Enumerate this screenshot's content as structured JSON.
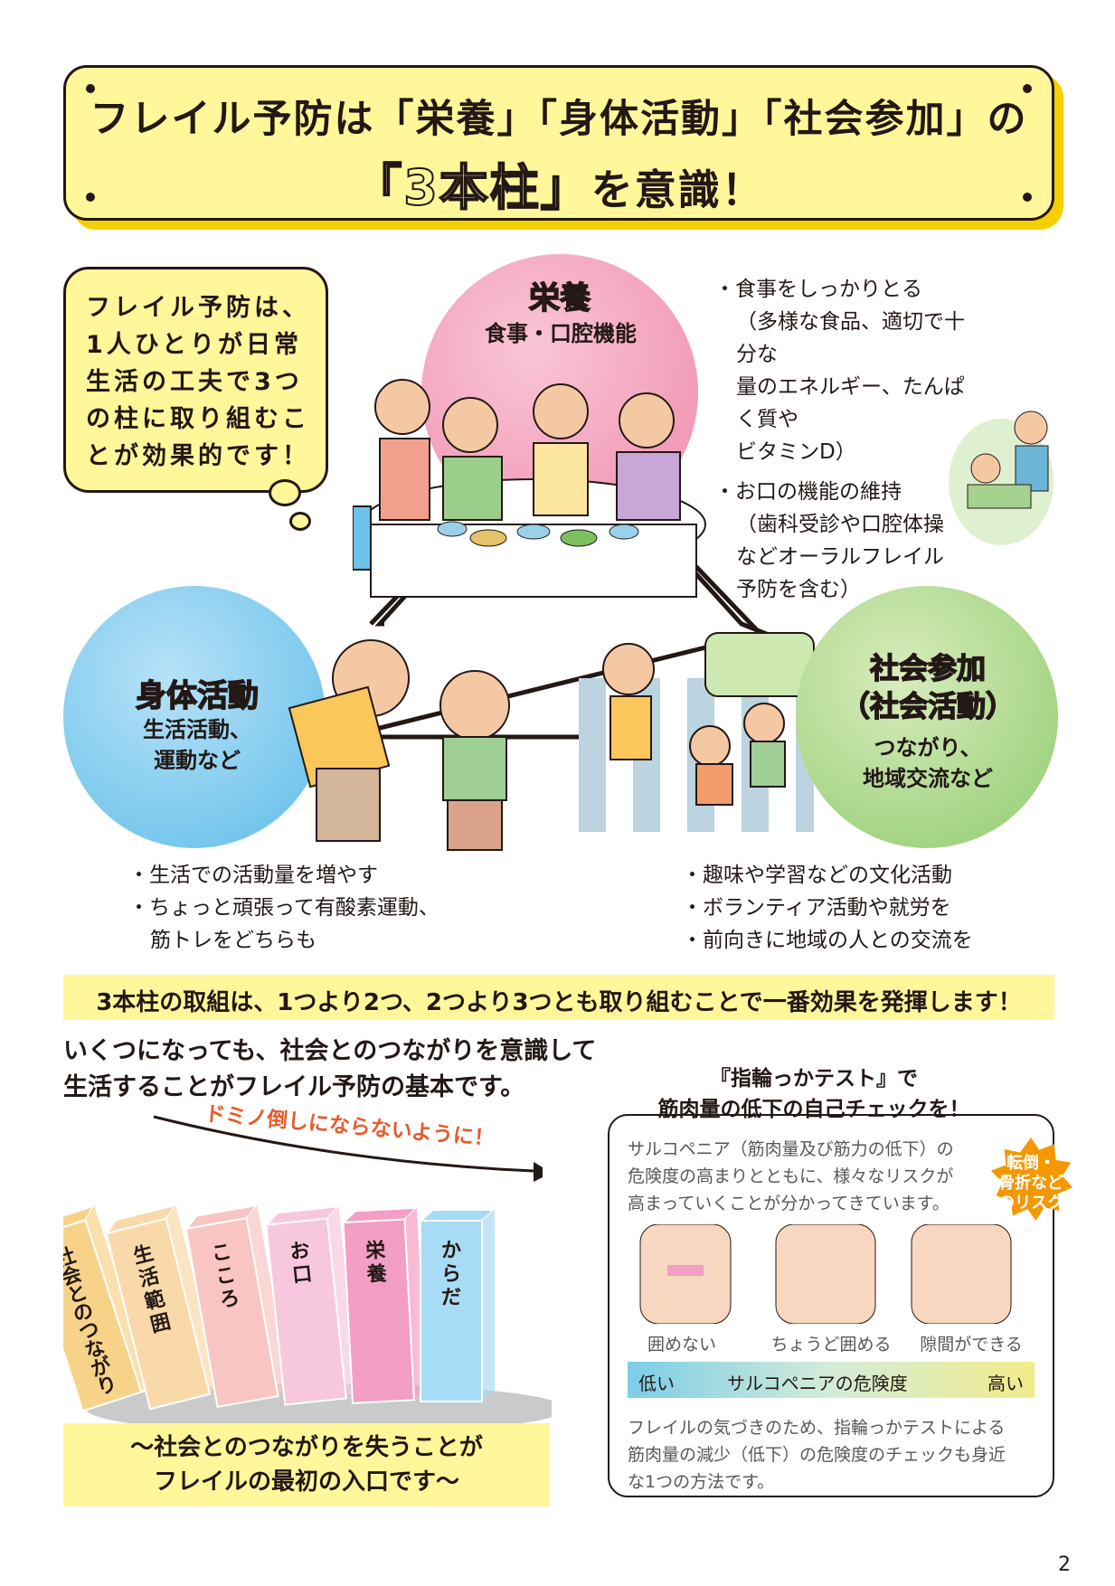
{
  "banner": {
    "line1": "フレイル予防は「栄養」「身体活動」「社会参加」の",
    "line2_highlight": "「3本柱」",
    "line2_rest": "を意識！"
  },
  "bubble": {
    "lines": [
      "フレイル予防は、",
      "1人ひとりが日常",
      "生活の工夫で3つ",
      "の柱に取り組むこ",
      "とが効果的です！"
    ]
  },
  "pillars": {
    "eiyo": {
      "title": "栄養",
      "sub": "食事・口腔機能"
    },
    "shintai": {
      "title": "身体活動",
      "sub1": "生活活動、",
      "sub2": "運動など"
    },
    "shakai": {
      "title1": "社会参加",
      "title2": "（社会活動）",
      "sub1": "つながり、",
      "sub2": "地域交流など"
    }
  },
  "eiyo_bullets": {
    "b1": "・食事をしっかりとる",
    "b1_l2": "（多様な食品、適切で十分な",
    "b1_l3": "量のエネルギー、たんぱく質や",
    "b1_l4": "ビタミンD）",
    "b2": "・お口の機能の維持",
    "b2_l2": "（歯科受診や口腔体操",
    "b2_l3": "などオーラルフレイル",
    "b2_l4": "予防を含む）"
  },
  "shintai_bullets": {
    "b1": "・生活での活動量を増やす",
    "b2": "・ちょっと頑張って有酸素運動、",
    "b2_l2": "筋トレをどちらも"
  },
  "shakai_bullets": {
    "b1": "・趣味や学習などの文化活動",
    "b2": "・ボランティア活動や就労を",
    "b3": "・前向きに地域の人との交流を"
  },
  "strip": "3本柱の取組は、1つより2つ、2つより3つとも取り組むことで一番効果を発揮します！",
  "lead": {
    "l1": "いくつになっても、社会とのつながりを意識して",
    "l2": "生活することがフレイル予防の基本です。"
  },
  "domino": {
    "arrow_text": "ドミノ倒しにならないように！",
    "blocks": [
      "社会とのつながり",
      "生活範囲",
      "こころ",
      "お口",
      "栄養",
      "からだ"
    ],
    "colors": [
      "#f7d38a",
      "#f9d9a9",
      "#f8c5c2",
      "#f7c8dd",
      "#f39ec4",
      "#a8dbf5"
    ]
  },
  "footer": {
    "l1": "～社会とのつながりを失うことが",
    "l2": "フレイルの最初の入口です～"
  },
  "check": {
    "head1": "『指輪っかテスト』で",
    "head2": "筋肉量の低下の自己チェックを！",
    "top1": "サルコペニア（筋肉量及び筋力の低下）の",
    "top2": "危険度の高まりとともに、様々なリスクが",
    "top3": "高まっていくことが分かってきています。",
    "burst1": "転倒・",
    "burst2": "骨折など",
    "burst3": "のリスク",
    "caps": [
      "囲めない",
      "ちょうど囲める",
      "隙間ができる"
    ],
    "scale_low": "低い",
    "scale_mid": "サルコペニアの危険度",
    "scale_high": "高い",
    "bottom1": "フレイルの気づきのため、指輪っかテストによる",
    "bottom2": "筋肉量の減少（低下）の危険度のチェックも身近",
    "bottom3": "な1つの方法です。"
  },
  "page_number": "2"
}
